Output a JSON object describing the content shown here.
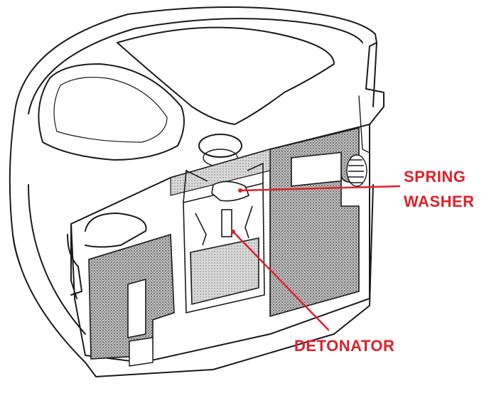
{
  "labels": {
    "spring_washer_line1": "SPRING",
    "spring_washer_line2": "WASHER",
    "detonator": "DETONATOR"
  },
  "colors": {
    "label_red": "#e0202a",
    "line_ink": "#1a1a1a",
    "fill_stipple": "#9a9a9a"
  }
}
